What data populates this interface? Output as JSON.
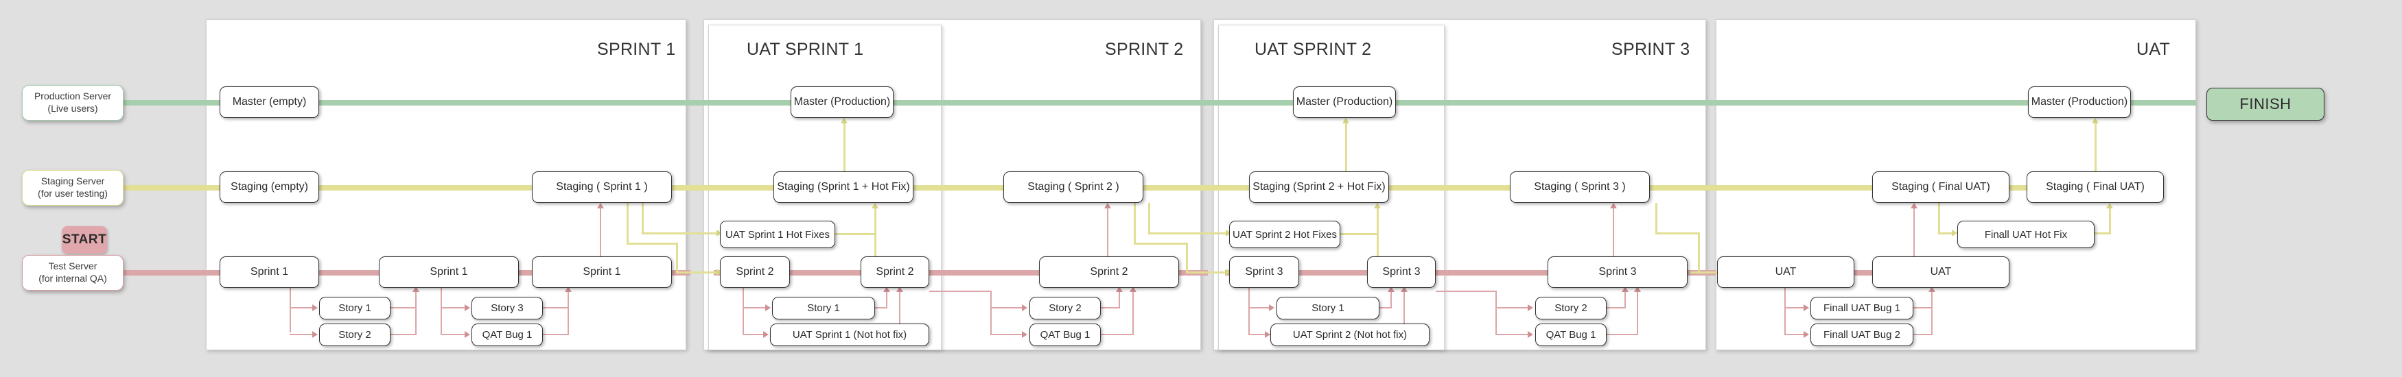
{
  "diagram": {
    "title": "Git branching workflow across sprints",
    "background": "#e0e0e0",
    "colors": {
      "master_line": "#a8cfad",
      "staging_line": "#e2e095",
      "sprint_line": "#dba6a8",
      "start_badge": "#e0a7ad",
      "finish_badge": "#b3d6b5",
      "node_border": "#333333",
      "panel_bg": "#ffffff"
    }
  },
  "sidebar": {
    "servers": [
      {
        "name": "production-server",
        "line1": "Production Server",
        "line2": "(Live users)",
        "accent": "green"
      },
      {
        "name": "staging-server",
        "line1": "Staging Server",
        "line2": "(for user testing)",
        "accent": "yellow"
      },
      {
        "name": "test-server",
        "line1": "Test Server",
        "line2": "(for internal QA)",
        "accent": "red"
      }
    ],
    "start_badge": "START"
  },
  "finish_badge": "FINISH",
  "lanes": [
    {
      "id": "sprint1",
      "title": "SPRINT 1",
      "title_align": "right"
    },
    {
      "id": "uat-sprint1",
      "title": "UAT SPRINT 1",
      "title_align": "left-inner"
    },
    {
      "id": "sprint2",
      "title": "SPRINT 2",
      "title_align": "right"
    },
    {
      "id": "uat-sprint2",
      "title": "UAT SPRINT 2",
      "title_align": "left-inner"
    },
    {
      "id": "sprint3",
      "title": "SPRINT 3",
      "title_align": "right"
    },
    {
      "id": "uat",
      "title": "UAT",
      "title_align": "right"
    }
  ],
  "rows": {
    "master": "Master branch row",
    "staging": "Staging branch row",
    "sprint": "Sprint / feature branch row",
    "story_a": "Story row A",
    "story_b": "Story row B"
  },
  "nodes": {
    "sprint1": {
      "master": "Master (empty)",
      "staging_left": "Staging (empty)",
      "staging_right": "Staging ( Sprint 1 )",
      "sprint_a": "Sprint 1",
      "sprint_b": "Sprint 1",
      "sprint_c": "Sprint 1",
      "story_1": "Story 1",
      "story_2": "Story 2",
      "story_3": "Story 3",
      "qat_bug_1": "QAT Bug 1"
    },
    "uat_sprint1": {
      "master": "Master (Production)",
      "staging": "Staging (Sprint 1 + Hot Fix)",
      "hot_fixes": "UAT Sprint 1 Hot Fixes",
      "sprint_a": "Sprint 2",
      "sprint_b": "Sprint 2",
      "story_1": "Story 1",
      "not_hot_fix": "UAT Sprint 1 (Not hot fix)"
    },
    "sprint2": {
      "staging": "Staging ( Sprint 2 )",
      "sprint_c": "Sprint 2",
      "story_2": "Story 2",
      "qat_bug_1": "QAT Bug 1"
    },
    "uat_sprint2": {
      "master": "Master (Production)",
      "staging": "Staging (Sprint 2 + Hot Fix)",
      "hot_fixes": "UAT Sprint 2 Hot Fixes",
      "sprint_a": "Sprint 3",
      "sprint_b": "Sprint 3",
      "story_1": "Story 1",
      "not_hot_fix": "UAT Sprint 2 (Not hot fix)"
    },
    "sprint3": {
      "staging": "Staging ( Sprint 3 )",
      "sprint_c": "Sprint 3",
      "story_2": "Story 2",
      "qat_bug_1": "QAT Bug 1"
    },
    "uat": {
      "master": "Master (Production)",
      "staging_left": "Staging ( Final UAT)",
      "staging_right": "Staging ( Final UAT)",
      "hot_fix": "Finall UAT Hot Fix",
      "uat_a": "UAT",
      "uat_b": "UAT",
      "bug_1": "Finall UAT Bug 1",
      "bug_2": "Finall UAT Bug 2"
    }
  }
}
